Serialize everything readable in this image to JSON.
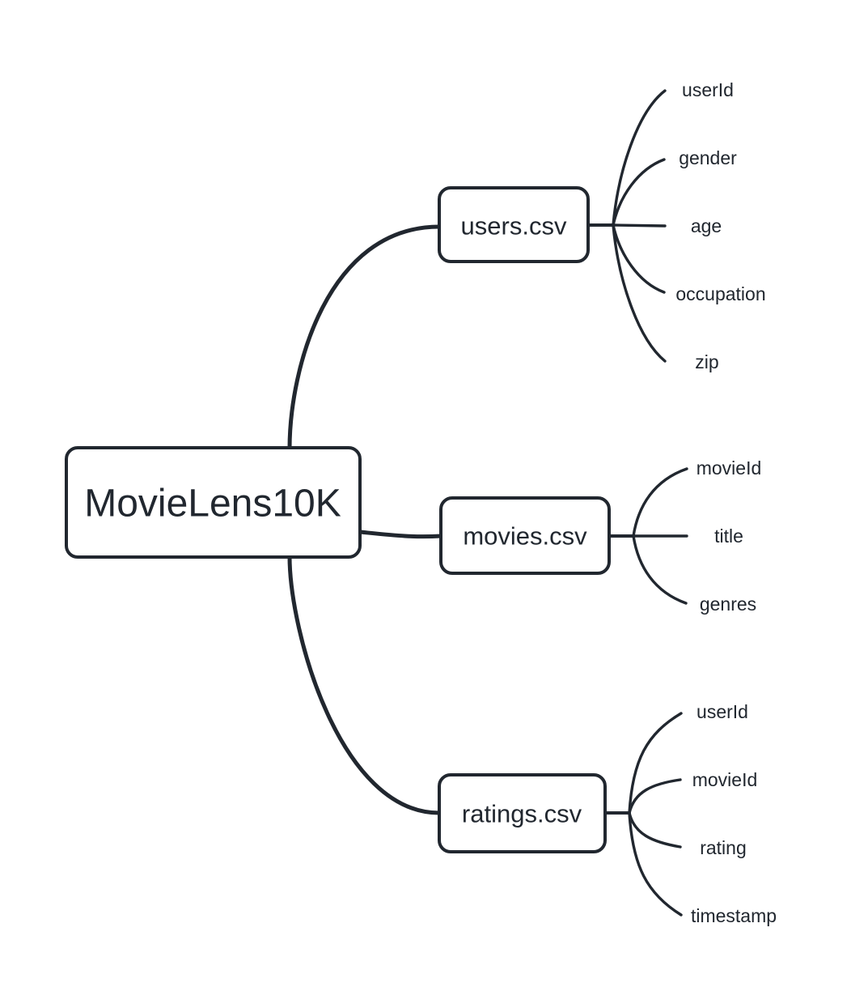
{
  "mindmap": {
    "root": {
      "label": "MovieLens10K"
    },
    "branches": [
      {
        "label": "users.csv",
        "fields": [
          "userId",
          "gender",
          "age",
          "occupation",
          "zip"
        ]
      },
      {
        "label": "movies.csv",
        "fields": [
          "movieId",
          "title",
          "genres"
        ]
      },
      {
        "label": "ratings.csv",
        "fields": [
          "userId",
          "movieId",
          "rating",
          "timestamp"
        ]
      }
    ],
    "colors": {
      "ink": "#21272f",
      "background": "#ffffff"
    }
  }
}
